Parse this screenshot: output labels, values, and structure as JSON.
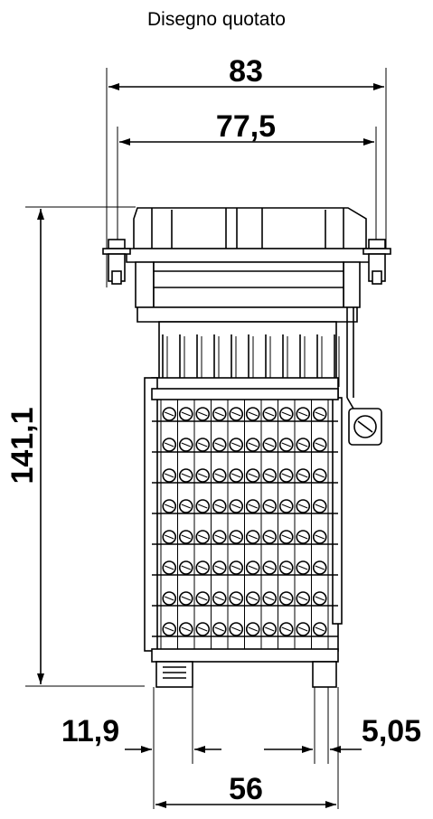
{
  "title": "Disegno quotato",
  "dimensions": {
    "overall_width": "83",
    "mounting_width": "77,5",
    "height": "141,1",
    "left_offset": "11,9",
    "right_offset": "5,05",
    "base_width": "56"
  },
  "terminal_block": {
    "columns": 10,
    "rows": 8
  }
}
